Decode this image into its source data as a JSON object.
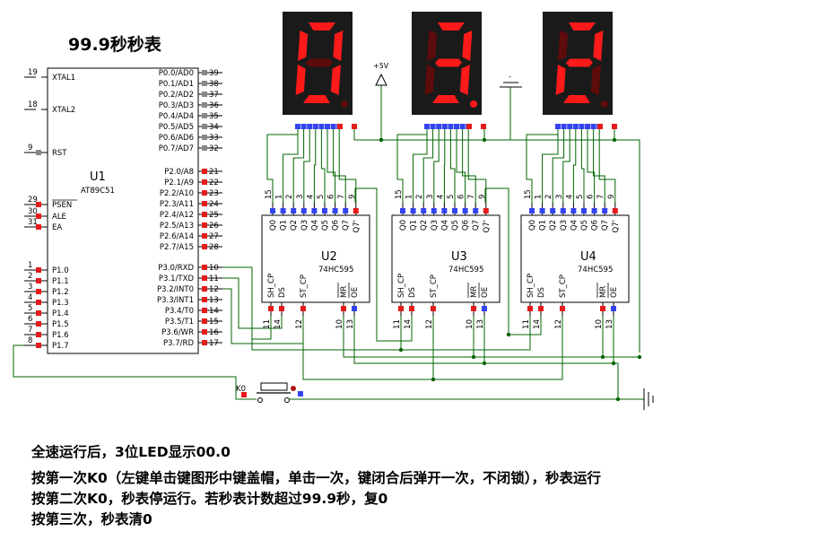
{
  "title": "99.9秒秒表",
  "mcu": {
    "name": "U1",
    "part": "AT89C51",
    "left_pins": [
      {
        "num": "19",
        "label": "XTAL1"
      },
      {
        "num": "18",
        "label": "XTAL2"
      },
      {
        "num": "9",
        "label": "RST"
      },
      {
        "num": "29",
        "label": "PSEN"
      },
      {
        "num": "30",
        "label": "ALE"
      },
      {
        "num": "31",
        "label": "EA"
      },
      {
        "num": "1",
        "label": "P1.0"
      },
      {
        "num": "2",
        "label": "P1.1"
      },
      {
        "num": "3",
        "label": "P1.2"
      },
      {
        "num": "4",
        "label": "P1.3"
      },
      {
        "num": "5",
        "label": "P1.4"
      },
      {
        "num": "6",
        "label": "P1.5"
      },
      {
        "num": "7",
        "label": "P1.6"
      },
      {
        "num": "8",
        "label": "P1.7"
      }
    ],
    "right_pins": [
      {
        "num": "39",
        "label": "P0.0/AD0"
      },
      {
        "num": "38",
        "label": "P0.1/AD1"
      },
      {
        "num": "37",
        "label": "P0.2/AD2"
      },
      {
        "num": "36",
        "label": "P0.3/AD3"
      },
      {
        "num": "35",
        "label": "P0.4/AD4"
      },
      {
        "num": "34",
        "label": "P0.5/AD5"
      },
      {
        "num": "33",
        "label": "P0.6/AD6"
      },
      {
        "num": "32",
        "label": "P0.7/AD7"
      },
      {
        "num": "21",
        "label": "P2.0/A8"
      },
      {
        "num": "22",
        "label": "P2.1/A9"
      },
      {
        "num": "23",
        "label": "P2.2/A10"
      },
      {
        "num": "24",
        "label": "P2.3/A11"
      },
      {
        "num": "25",
        "label": "P2.4/A12"
      },
      {
        "num": "26",
        "label": "P2.5/A13"
      },
      {
        "num": "27",
        "label": "P2.6/A14"
      },
      {
        "num": "28",
        "label": "P2.7/A15"
      },
      {
        "num": "10",
        "label": "P3.0/RXD"
      },
      {
        "num": "11",
        "label": "P3.1/TXD"
      },
      {
        "num": "12",
        "label": "P3.2/INT0"
      },
      {
        "num": "13",
        "label": "P3.3/INT1"
      },
      {
        "num": "14",
        "label": "P3.4/T0"
      },
      {
        "num": "15",
        "label": "P3.5/T1"
      },
      {
        "num": "16",
        "label": "P3.6/WR"
      },
      {
        "num": "17",
        "label": "P3.7/RD"
      }
    ]
  },
  "displays": [
    {
      "digit": "0",
      "dp": false
    },
    {
      "digit": "3",
      "dp": true
    },
    {
      "digit": "2",
      "dp": false
    }
  ],
  "shift_registers": [
    {
      "name": "U2",
      "part": "74HC595"
    },
    {
      "name": "U3",
      "part": "74HC595"
    },
    {
      "name": "U4",
      "part": "74HC595"
    }
  ],
  "hc595": {
    "top_pins": [
      {
        "num": "15",
        "label": "Q0"
      },
      {
        "num": "1",
        "label": "Q1"
      },
      {
        "num": "2",
        "label": "Q2"
      },
      {
        "num": "3",
        "label": "Q3"
      },
      {
        "num": "4",
        "label": "Q4"
      },
      {
        "num": "5",
        "label": "Q5"
      },
      {
        "num": "6",
        "label": "Q6"
      },
      {
        "num": "7",
        "label": "Q7"
      },
      {
        "num": "9",
        "label": "Q7'"
      }
    ],
    "bottom_pins": [
      {
        "num": "11",
        "label": "SH_CP"
      },
      {
        "num": "14",
        "label": "DS"
      },
      {
        "num": "12",
        "label": "ST_CP"
      },
      {
        "num": "10",
        "label": "MR"
      },
      {
        "num": "13",
        "label": "OE"
      }
    ]
  },
  "power_label": "+5V",
  "key_label": "K0",
  "notes": [
    "全速运行后，3位LED显示00.0",
    "按第一次K0（左键单击键图形中键盖帽，单击一次，键闭合后弹开一次，不闭锁），秒表运行",
    "按第二次K0，秒表停运行。若秒表计数超过99.9秒，复0",
    "按第三次，秒表清0"
  ],
  "colors": {
    "wire": "#006400",
    "pin_red": "#e51b1b",
    "pin_blue": "#3344ee",
    "pin_gray": "#888888",
    "segment_on": "#ff1a1a",
    "segment_off": "#5e0b0b",
    "display_body": "#1a1a1a"
  }
}
